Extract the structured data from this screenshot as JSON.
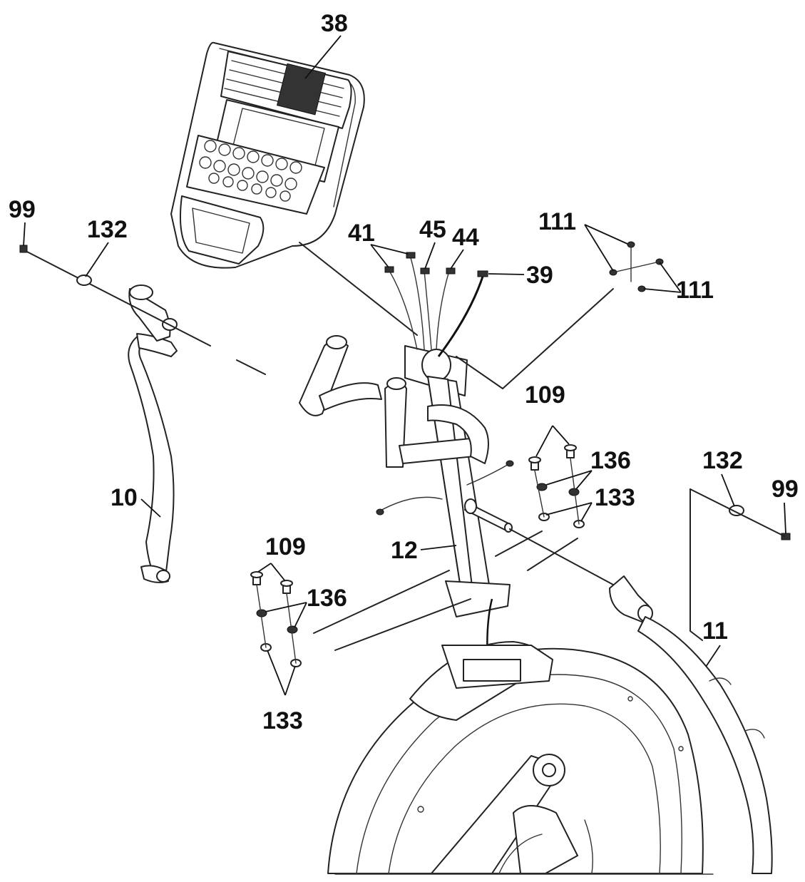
{
  "colors": {
    "line": "#222222",
    "background": "#ffffff",
    "text": "#111111"
  },
  "callouts": {
    "console": "38",
    "screw_left": "99",
    "washer_left": "132",
    "wire_41": "41",
    "wire_45": "45",
    "wire_44": "44",
    "wire_39": "39",
    "screws_111_top": "111",
    "screws_111_bottom": "111",
    "bolts_109_right": "109",
    "washers_136_right": "136",
    "washers_133_right": "133",
    "washer_right": "132",
    "screw_right": "99",
    "left_handlebar": "10",
    "mast": "12",
    "bolts_109_left": "109",
    "washers_136_left": "136",
    "washers_133_left": "133",
    "right_handlebar": "11"
  }
}
